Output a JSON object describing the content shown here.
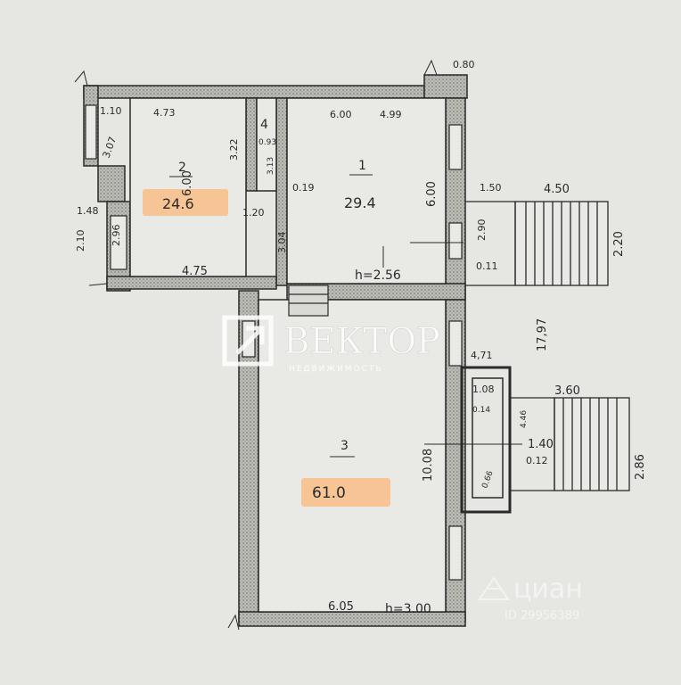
{
  "watermark": {
    "brand": "ВЕКТОР",
    "tagline": "НЕДВИЖИМОСТЬ"
  },
  "cian": {
    "logo": "циан",
    "id": "ID 29956389"
  },
  "rooms": [
    {
      "number": "1",
      "area": "29.4",
      "height": "h=2.56"
    },
    {
      "number": "2",
      "area": "24.6"
    },
    {
      "number": "3",
      "area": "61.0",
      "height": "h=3.00"
    },
    {
      "number": "4"
    }
  ],
  "dimensions": {
    "d_0_80": "0.80",
    "d_1_10": "1.10",
    "d_4_73": "4.73",
    "d_6_00_top": "6.00",
    "d_4_99": "4.99",
    "d_3_07": "3.07",
    "d_3_22": "3.22",
    "d_0_93": "0.93",
    "d_3_13": "3.13",
    "d_6_00_r2": "6.00",
    "d_6_00_r1": "6.00",
    "d_0_19": "0.19",
    "d_1_50": "1.50",
    "d_4_50": "4.50",
    "d_1_48": "1.48",
    "d_2_96": "2.96",
    "d_2_10": "2.10",
    "d_1_20": "1.20",
    "d_3_04": "3.04",
    "d_2_90": "2.90",
    "d_2_20": "2.20",
    "d_0_11": "0.11",
    "d_4_75": "4.75",
    "d_17_97": "17,97",
    "d_4_71": "4,71",
    "d_1_08": "1.08",
    "d_0_14": "0.14",
    "d_3_60": "3.60",
    "d_4_46": "4.46",
    "d_1_40": "1.40",
    "d_0_12": "0.12",
    "d_10_08": "10.08",
    "d_2_86": "2.86",
    "d_0_66": "0.66",
    "d_6_05": "6.05"
  },
  "colors": {
    "paper": "#e6e6e3",
    "line": "#2a2a2a",
    "highlight": "#f7c08c",
    "watermark": "#ffffff"
  }
}
